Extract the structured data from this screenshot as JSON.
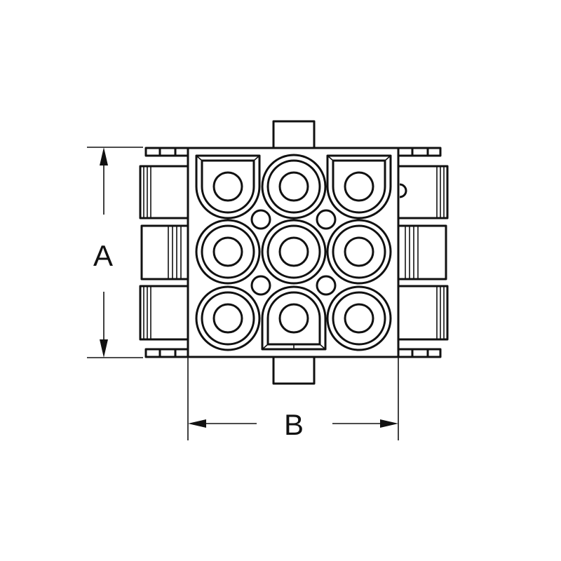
{
  "dimensions": {
    "height_label": "A",
    "width_label": "B"
  },
  "connector": {
    "contact_count": 9,
    "coding_pin_count": 4
  }
}
